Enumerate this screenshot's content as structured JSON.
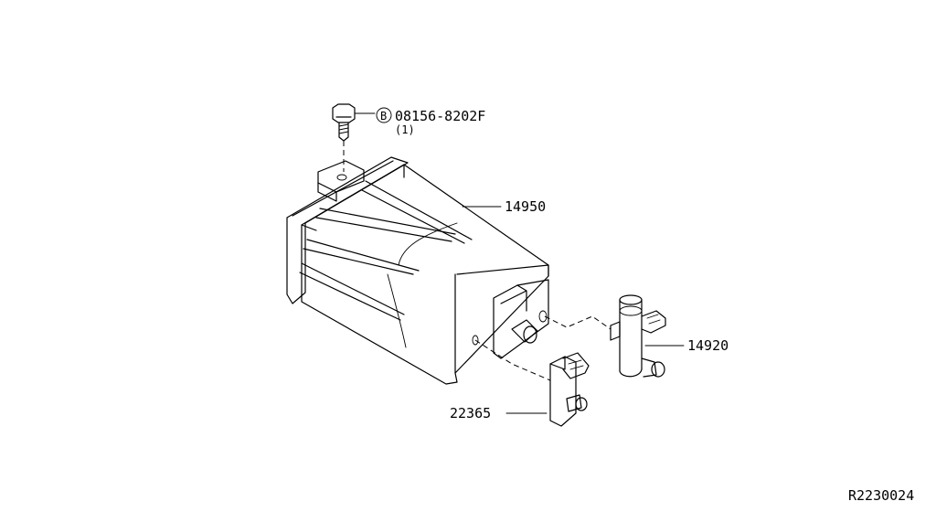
{
  "callouts": {
    "bolt_symbol": "B",
    "bolt_part": "08156-8202F",
    "bolt_qty": "(1)",
    "canister": "14950",
    "valve": "14920",
    "sensor": "22365"
  },
  "figure_id": "R2230024"
}
